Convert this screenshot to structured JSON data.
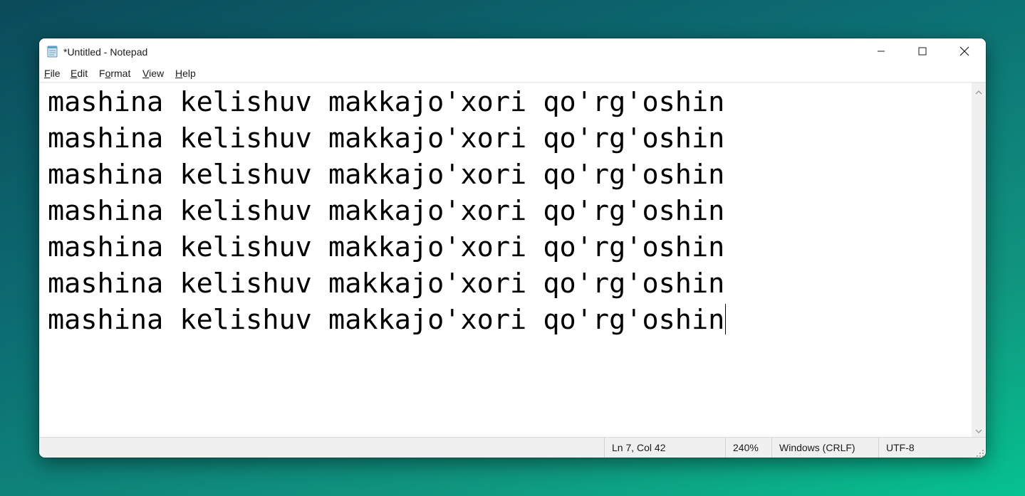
{
  "window": {
    "title": "*Untitled - Notepad"
  },
  "menu": {
    "file": {
      "accel": "F",
      "rest": "ile"
    },
    "edit": {
      "accel": "E",
      "rest": "dit"
    },
    "format": {
      "pre": "F",
      "accel": "o",
      "rest": "rmat"
    },
    "view": {
      "accel": "V",
      "rest": "iew"
    },
    "help": {
      "accel": "H",
      "rest": "elp"
    }
  },
  "editor": {
    "lines": [
      "mashina kelishuv makkajo'xori qo'rg'oshin",
      "mashina kelishuv makkajo'xori qo'rg'oshin",
      "mashina kelishuv makkajo'xori qo'rg'oshin",
      "mashina kelishuv makkajo'xori qo'rg'oshin",
      "mashina kelishuv makkajo'xori qo'rg'oshin",
      "mashina kelishuv makkajo'xori qo'rg'oshin",
      "mashina kelishuv makkajo'xori qo'rg'oshin"
    ]
  },
  "status": {
    "position": "Ln 7, Col 42",
    "zoom": "240%",
    "line_ending": "Windows (CRLF)",
    "encoding": "UTF-8"
  },
  "icons": {
    "app": "notepad-icon",
    "minimize": "minimize-icon",
    "maximize": "maximize-icon",
    "close": "close-icon",
    "scroll_up": "chevron-up-icon",
    "scroll_down": "chevron-down-icon",
    "resize": "resize-grip-icon"
  }
}
